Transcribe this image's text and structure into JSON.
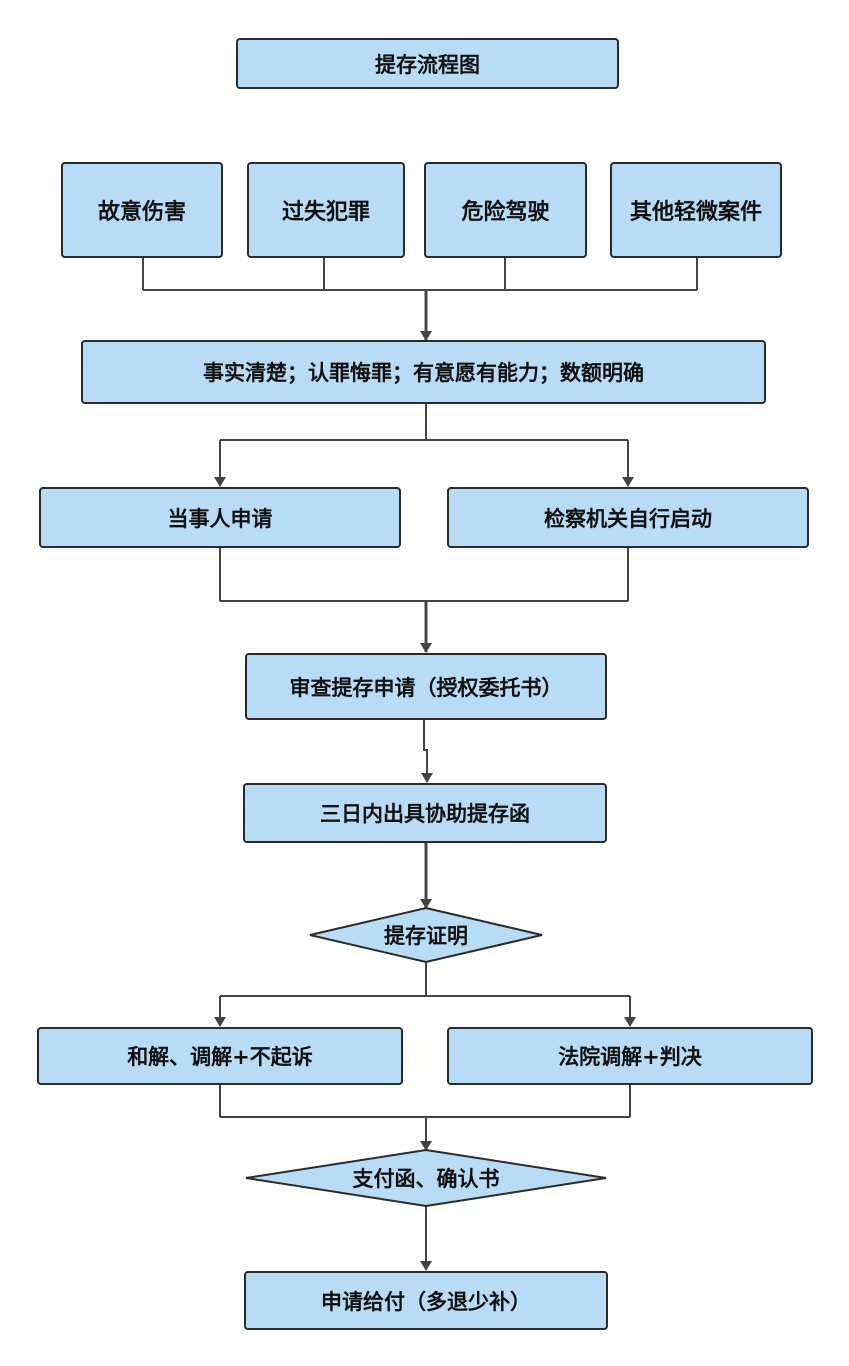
{
  "title": "提存流程图",
  "case_types": [
    "故意伤害",
    "过失犯罪",
    "危险驾驶",
    "其他轻微案件"
  ],
  "conditions": "事实清楚；认罪悔罪；有意愿有能力；数额明确",
  "initiation": {
    "party_apply": "当事人申请",
    "procuratorate_start": "检察机关自行启动"
  },
  "review": "审查提存申请（授权委托书）",
  "issue_letter": "三日内出具协助提存函",
  "certificate": "提存证明",
  "outcomes": {
    "settlement": "和解、调解+不起诉",
    "court": "法院调解+判决"
  },
  "payment_docs": "支付函、确认书",
  "final": "申请给付（多退少补）",
  "colors": {
    "box_fill": "#b8dcf6",
    "border": "#2b2b2b",
    "line": "#444444"
  }
}
